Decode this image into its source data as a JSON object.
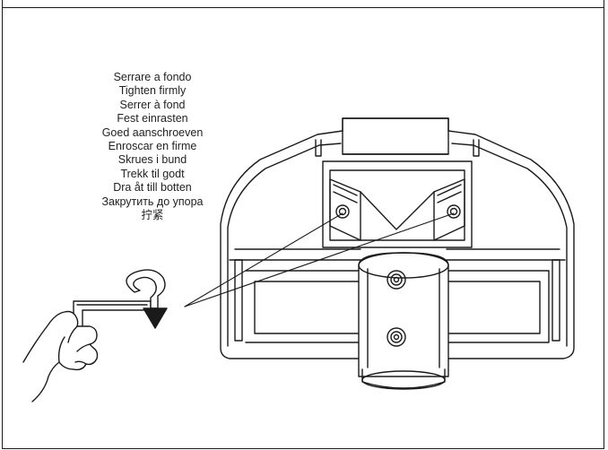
{
  "instruction": {
    "lines": [
      "Serrare a fondo",
      "Tighten firmly",
      "Serrer à fond",
      "Fest einrasten",
      "Goed aanschroeven",
      "Enroscar en firme",
      "Skrues i bund",
      "Trekk til godt",
      "Dra åt till botten",
      "Закрутить до упора",
      "拧紧"
    ]
  },
  "icons": [
    "hex-key-icon",
    "hand-icon",
    "rotation-arrow-icon"
  ],
  "colors": {
    "line": "#1a1a1a",
    "background": "#ffffff"
  }
}
